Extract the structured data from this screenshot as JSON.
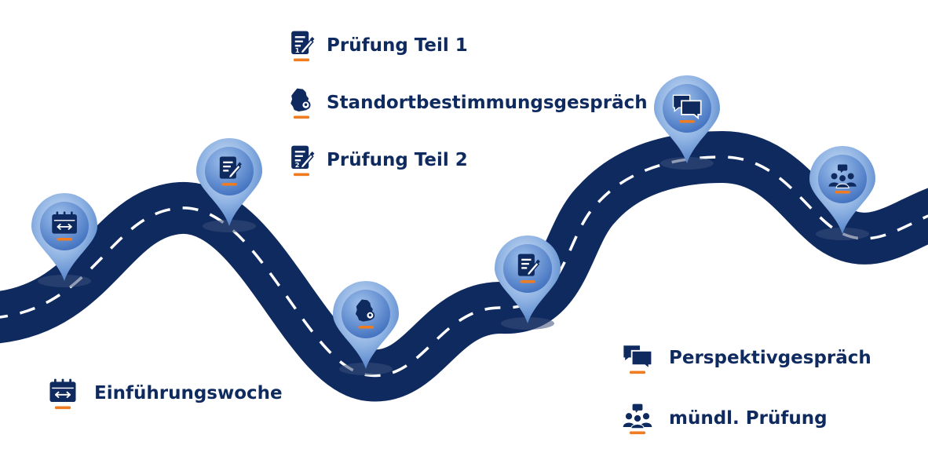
{
  "colors": {
    "road": "#0f2a5f",
    "dash": "#ffffff",
    "accent": "#f07c22",
    "pin_light": "#c9dcf3",
    "pin_dark": "#4b7cc6",
    "text": "#0f2a5f"
  },
  "legend": [
    {
      "label": "Prüfung Teil 1",
      "icon": "exam-form-icon"
    },
    {
      "label": "Standortbestimmungsgespräch",
      "icon": "germany-location-icon"
    },
    {
      "label": "Prüfung Teil 2",
      "icon": "exam-form-icon"
    },
    {
      "label": "Einführungswoche",
      "icon": "calendar-icon"
    },
    {
      "label": "Perspektivgespräch",
      "icon": "speech-bubbles-icon"
    },
    {
      "label": "mündl. Prüfung",
      "icon": "group-discussion-icon"
    }
  ],
  "milestones": [
    {
      "icon": "calendar-icon"
    },
    {
      "icon": "exam-form-icon"
    },
    {
      "icon": "germany-location-icon"
    },
    {
      "icon": "exam-form-icon"
    },
    {
      "icon": "speech-bubbles-icon"
    },
    {
      "icon": "group-discussion-icon"
    }
  ]
}
